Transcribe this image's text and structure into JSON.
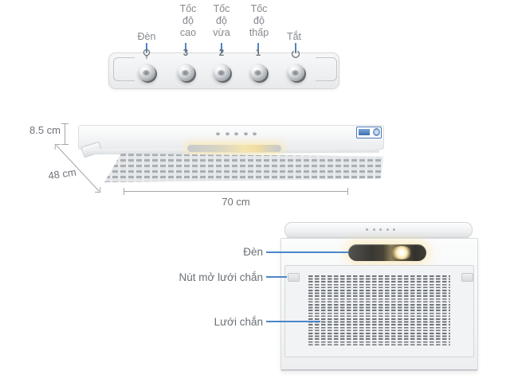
{
  "control_panel": {
    "buttons": [
      {
        "label": "Đèn",
        "symbol": "bulb-icon"
      },
      {
        "label": "Tốc\nđộ\ncao",
        "number": "3"
      },
      {
        "label": "Tốc\nđộ\nvừa",
        "number": "2"
      },
      {
        "label": "Tốc\nđộ\nthấp",
        "number": "1"
      },
      {
        "label": "Tắt",
        "symbol": "power-icon"
      }
    ]
  },
  "front_view": {
    "dimensions": {
      "height": "8.5 cm",
      "depth": "48 cm",
      "width": "70 cm"
    }
  },
  "bottom_view": {
    "labels": {
      "light": "Đèn",
      "filter_release": "Nút mở lưới chắn",
      "filter": "Lưới chắn"
    }
  },
  "colors": {
    "leader_line": "#4a86c8",
    "dimension_line": "#a3a7ab",
    "panel_label_text": "#85898e",
    "part_label_text": "#6b7076",
    "lamp_glow": "#ffe9b0",
    "brand_sticker_blue": "#3f6fae"
  }
}
